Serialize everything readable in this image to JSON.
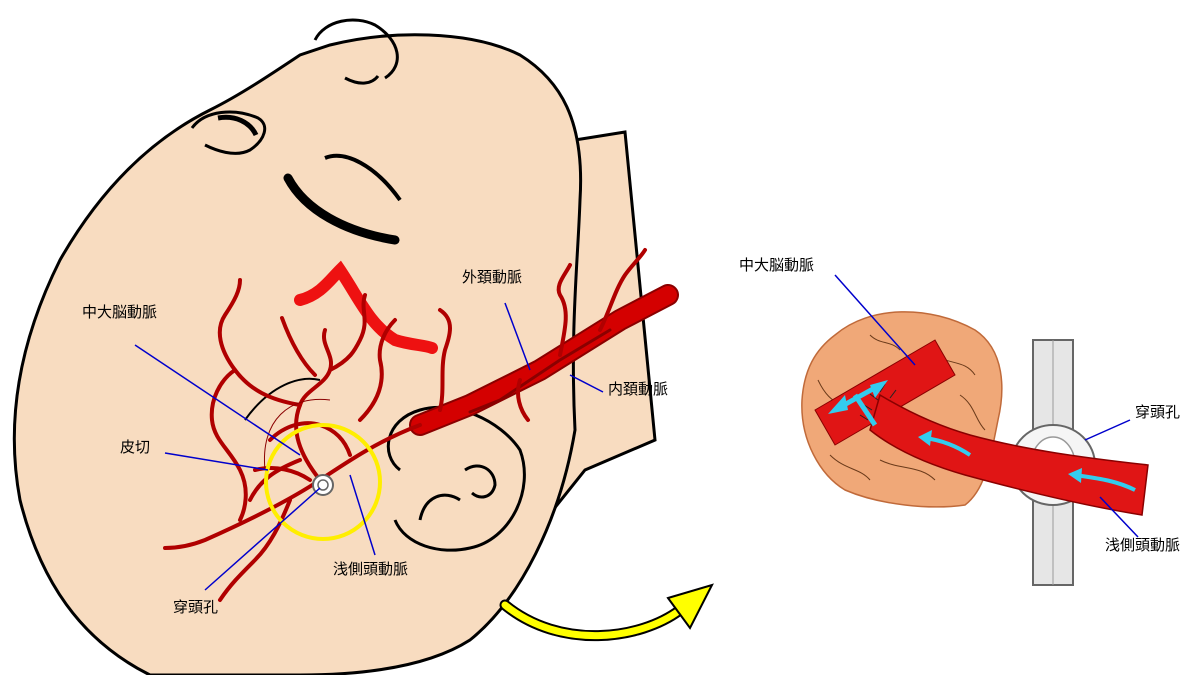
{
  "labels": {
    "mca_left": "中大脳動脈",
    "skin_incision": "皮切",
    "burr_hole_left": "穿頭孔",
    "sta_left": "浅側頭動脈",
    "eca": "外頚動脈",
    "ica": "内頚動脈",
    "mca_right": "中大脳動脈",
    "burr_hole_right": "穿頭孔",
    "sta_right": "浅側頭動脈"
  },
  "colors": {
    "skin": "#f8dcc0",
    "artery": "#d40000",
    "artery_dark": "#8a0000",
    "brain": "#f0a878",
    "leader_line": "#0000cc",
    "circle": "#ffee00",
    "arrow": "#ffff00",
    "flow_arrow": "#33ccee",
    "skull": "#e6e6e6"
  }
}
